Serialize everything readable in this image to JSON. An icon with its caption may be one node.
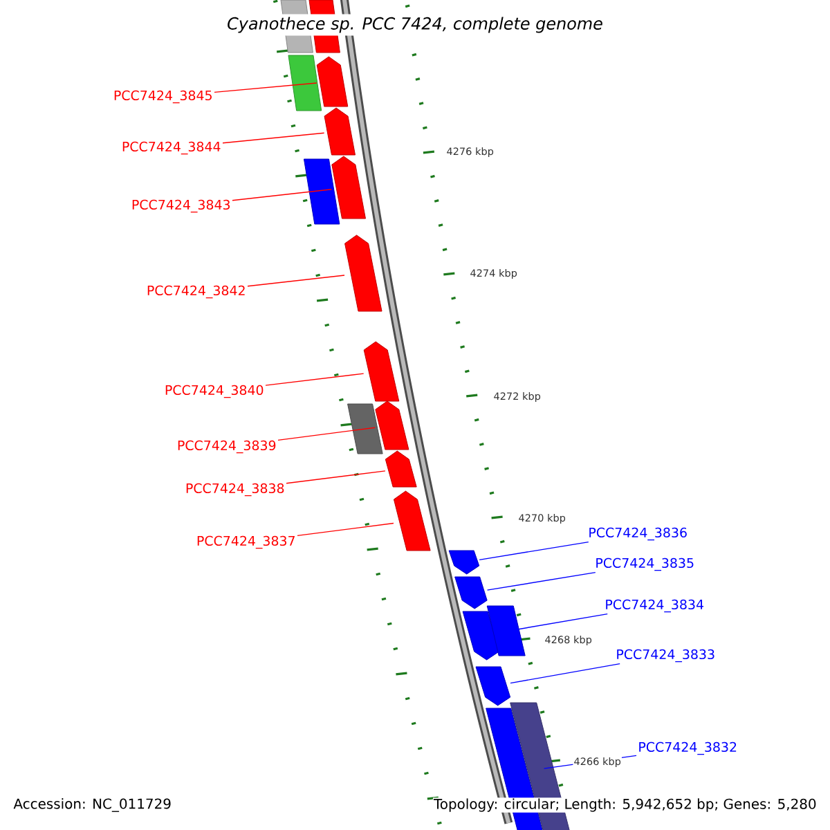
{
  "diagram": {
    "title": "Cyanothece sp. PCC 7424, complete genome",
    "nodes": [
      {
        "text": [
          "PCC7424_3845"
        ]
      },
      {
        "text": [
          "PCC7424_3844"
        ]
      },
      {
        "text": [
          "PCC7424_3843"
        ]
      },
      {
        "text": [
          "PCC7424_3842"
        ]
      },
      {
        "text": [
          "PCC7424_3840"
        ]
      },
      {
        "text": [
          "PCC7424_3839"
        ]
      },
      {
        "text": [
          "PCC7424_3838"
        ]
      },
      {
        "text": [
          "PCC7424_3837"
        ]
      },
      {
        "text": [
          "PCC7424_3836"
        ]
      },
      {
        "text": [
          "PCC7424_3835"
        ]
      },
      {
        "text": [
          "PCC7424_3834"
        ]
      },
      {
        "text": [
          "PCC7424_3833"
        ]
      },
      {
        "text": [
          "PCC7424_3832"
        ]
      },
      {
        "text": [],
        "shape": "box"
      },
      {
        "text": [],
        "shape": "box"
      },
      {
        "text": [],
        "shape": "box"
      },
      {
        "text": [],
        "shape": "arrow"
      },
      {
        "text": [],
        "shape": "arrow"
      },
      {
        "text": [],
        "shape": "box"
      },
      {
        "text": [],
        "shape": "arrow"
      },
      {
        "text": [],
        "shape": "arrow"
      },
      {
        "text": [],
        "shape": "arrow"
      },
      {
        "text": [],
        "shape": "box"
      },
      {
        "text": [],
        "shape": "arrow"
      },
      {
        "text": [],
        "shape": "arrow"
      },
      {
        "text": [],
        "shape": "arrow"
      },
      {
        "text": [],
        "shape": "arrow"
      },
      {
        "text": [],
        "shape": "arrow"
      },
      {
        "text": [],
        "shape": "arrow"
      },
      {
        "text": [],
        "shape": "box"
      },
      {
        "text": [],
        "shape": "arrow"
      },
      {
        "text": [],
        "shape": "box"
      },
      {
        "text": [],
        "shape": "box"
      }
    ],
    "edges": [
      {
        "from": 0,
        "to": 16,
        "arrow": "none"
      },
      {
        "from": 1,
        "to": 17,
        "arrow": "none"
      },
      {
        "from": 2,
        "to": 19,
        "arrow": "none"
      },
      {
        "from": 3,
        "to": 20,
        "arrow": "none"
      },
      {
        "from": 4,
        "to": 21,
        "arrow": "none"
      },
      {
        "from": 5,
        "to": 23,
        "arrow": "none"
      },
      {
        "from": 6,
        "to": 24,
        "arrow": "none"
      },
      {
        "from": 7,
        "to": 25,
        "arrow": "none"
      },
      {
        "from": 8,
        "to": 26,
        "arrow": "none",
        "color": "#0000ff"
      },
      {
        "from": 9,
        "to": 27,
        "arrow": "none",
        "color": "#0000ff"
      },
      {
        "from": 10,
        "to": 28,
        "arrow": "none",
        "color": "#0000ff"
      },
      {
        "from": 11,
        "to": 30,
        "arrow": "none",
        "color": "#0000ff"
      },
      {
        "from": 12,
        "to": 31,
        "arrow": "none",
        "color": "#0000ff"
      }
    ],
    "labels": [
      "4276 kbp",
      "4274 kbp",
      "4272 kbp",
      "4270 kbp",
      "4268 kbp",
      "4266 kbp",
      "Accession: NC_011729",
      "Topology: circular; Length: 5,942,652 bp; Genes: 5,280"
    ]
  }
}
